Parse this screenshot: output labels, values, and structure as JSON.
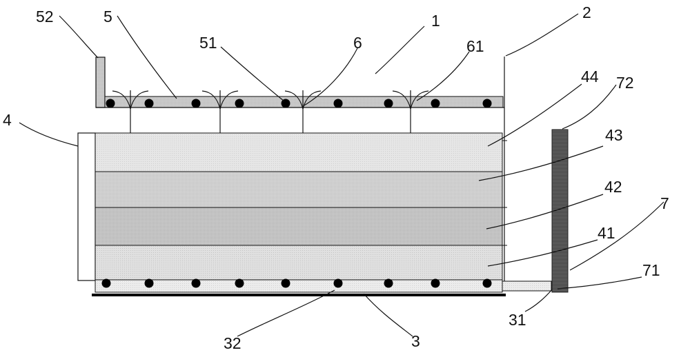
{
  "labels": {
    "l52": "52",
    "l5": "5",
    "l51": "51",
    "l6": "6",
    "l1": "1",
    "l61": "61",
    "l2": "2",
    "l44": "44",
    "l72": "72",
    "l4": "4",
    "l43": "43",
    "l42": "42",
    "l7": "7",
    "l41": "41",
    "l71": "71",
    "l31": "31",
    "l32": "32",
    "l3": "3"
  },
  "colors": {
    "ink": "#111111",
    "layer_44": "#e4e4e4",
    "layer_43": "#cfcfcf",
    "layer_42": "#c2c2c2",
    "layer_41": "#dcdcdc",
    "upper_band": "#c6c6c6",
    "lower_band": "#e6e6e6",
    "post_7": "#595959",
    "base_line": "#000000"
  },
  "icons": {
    "plant": "curved-sprout-icon",
    "dot": "filled-circle-icon"
  }
}
